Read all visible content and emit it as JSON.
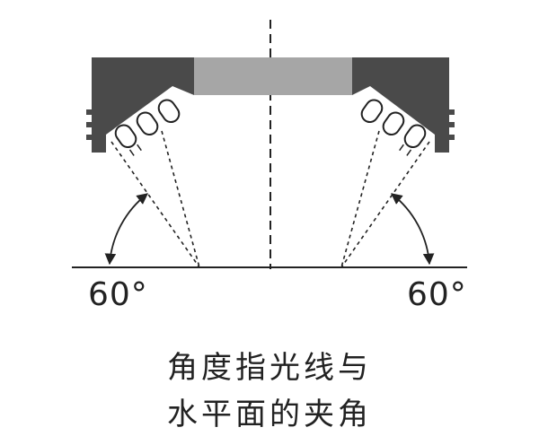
{
  "labels": {
    "angle_left": "60°",
    "angle_right": "60°"
  },
  "caption": {
    "line1": "角度指光线与",
    "line2": "水平面的夹角"
  },
  "colors": {
    "housing": "#4a4a4a",
    "center_panel": "#a6a6a6",
    "line": "#222222",
    "led_fill": "#ffffff"
  },
  "icons": [
    "dimension-arc-arrow-icon"
  ]
}
